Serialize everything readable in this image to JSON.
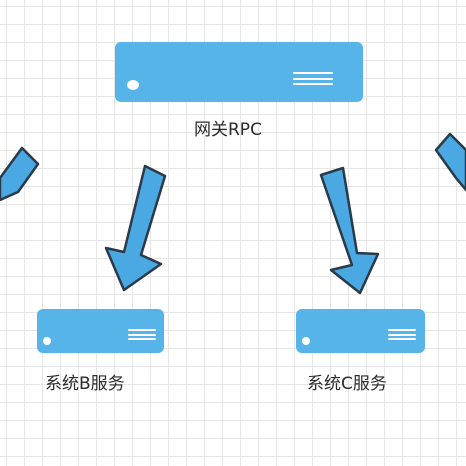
{
  "diagram": {
    "nodes": {
      "gateway": {
        "label": "网关RPC"
      },
      "service_b": {
        "label": "系统B服务"
      },
      "service_c": {
        "label": "系统C服务"
      }
    },
    "edges": [
      {
        "from": "gateway",
        "to": "service_b"
      },
      {
        "from": "gateway",
        "to": "service_c"
      }
    ],
    "colors": {
      "server_fill": "#56b4e9",
      "arrow_fill": "#4aa9e3",
      "arrow_stroke": "#2a3a48",
      "grid": "#e6e6e6"
    }
  }
}
